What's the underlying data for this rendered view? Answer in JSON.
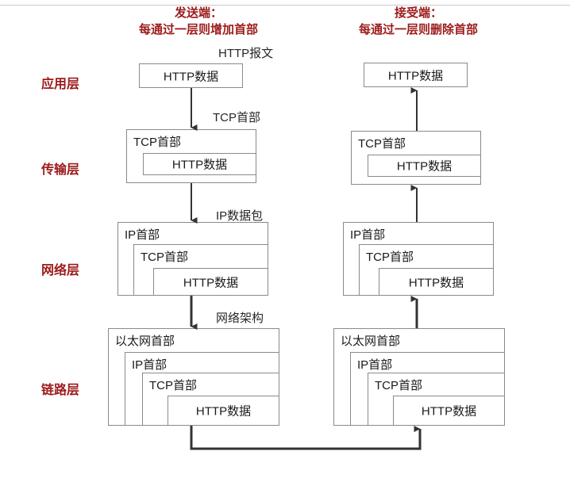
{
  "diagram": {
    "title_left": {
      "line1": "发送端：",
      "line2": "每通过一层则增加首部"
    },
    "title_right": {
      "line1": "接受端：",
      "line2": "每通过一层则删除首部"
    },
    "accent_color": "#9c1b1b",
    "box_border_color": "#8a8a8a",
    "arrow_color": "#333333"
  },
  "layers": [
    {
      "name": "application",
      "label": "应用层"
    },
    {
      "name": "transport",
      "label": "传输层"
    },
    {
      "name": "network",
      "label": "网络层"
    },
    {
      "name": "link",
      "label": "链路层"
    }
  ],
  "captions": [
    {
      "name": "http-message",
      "text": "HTTP报文"
    },
    {
      "name": "tcp-header",
      "text": "TCP首部"
    },
    {
      "name": "ip-packet",
      "text": "IP数据包"
    },
    {
      "name": "network-frame",
      "text": "网络架构"
    }
  ],
  "sender": {
    "application": {
      "data": "HTTP数据"
    },
    "transport": {
      "header": "TCP首部",
      "data": "HTTP数据"
    },
    "network": {
      "header": "IP首部",
      "inner_header": "TCP首部",
      "data": "HTTP数据"
    },
    "link": {
      "header": "以太网首部",
      "ip_header": "IP首部",
      "tcp_header": "TCP首部",
      "data": "HTTP数据"
    }
  },
  "receiver": {
    "application": {
      "data": "HTTP数据"
    },
    "transport": {
      "header": "TCP首部",
      "data": "HTTP数据"
    },
    "network": {
      "header": "IP首部",
      "inner_header": "TCP首部",
      "data": "HTTP数据"
    },
    "link": {
      "header": "以太网首部",
      "ip_header": "IP首部",
      "tcp_header": "TCP首部",
      "data": "HTTP数据"
    }
  }
}
